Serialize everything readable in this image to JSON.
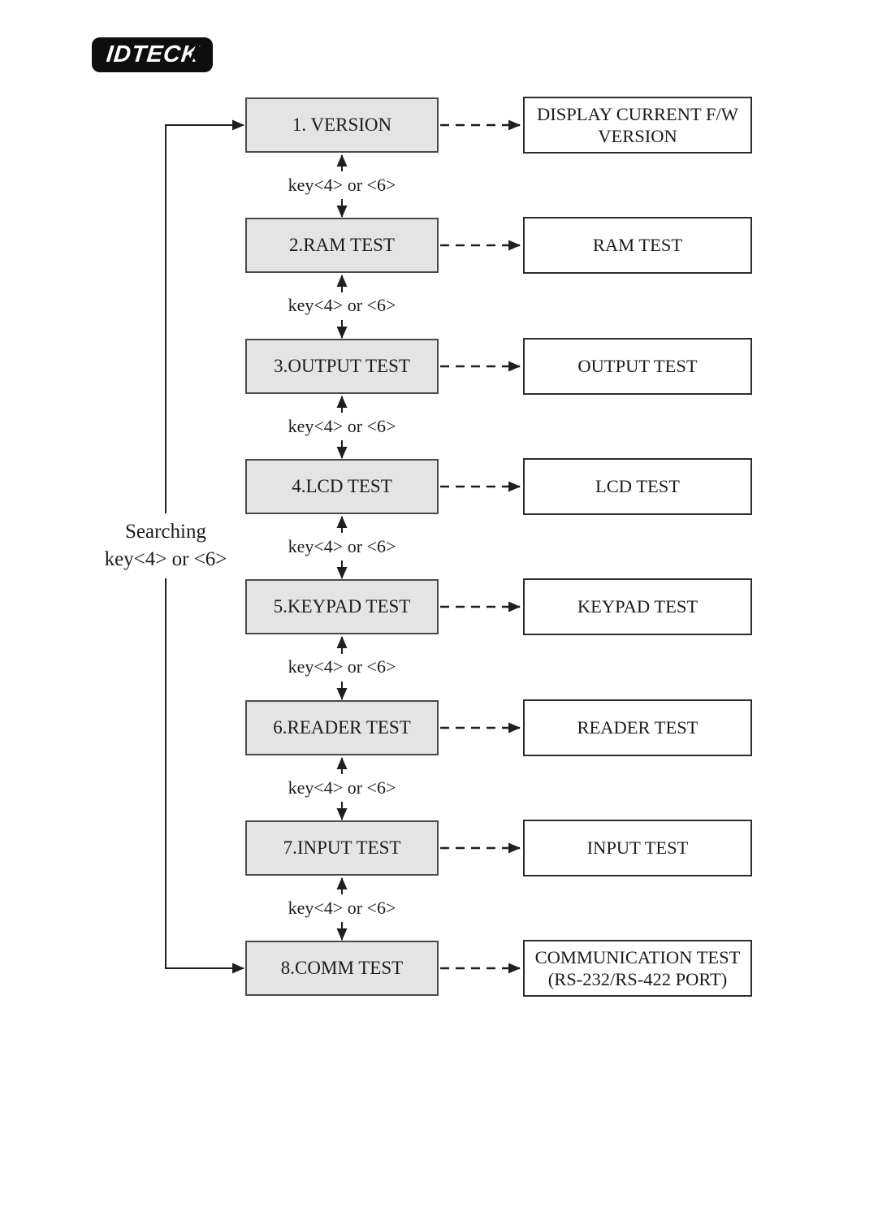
{
  "logo": {
    "text": "IDTECK"
  },
  "diagram": {
    "searching_label": {
      "line1": "Searching",
      "line2": "key<4> or <6>"
    },
    "key_label": "key<4> or <6>",
    "rows": [
      {
        "menu": "1. VERSION",
        "result": "DISPLAY CURRENT F/W VERSION"
      },
      {
        "menu": "2.RAM TEST",
        "result": "RAM TEST"
      },
      {
        "menu": "3.OUTPUT TEST",
        "result": "OUTPUT TEST"
      },
      {
        "menu": "4.LCD TEST",
        "result": "LCD TEST"
      },
      {
        "menu": "5.KEYPAD TEST",
        "result": "KEYPAD TEST"
      },
      {
        "menu": "6.READER TEST",
        "result": "READER TEST"
      },
      {
        "menu": "7.INPUT TEST",
        "result": "INPUT TEST"
      },
      {
        "menu": "8.COMM TEST",
        "result": "COMMUNICATION TEST (RS-232/RS-422 PORT)"
      }
    ]
  },
  "colors": {
    "box_fill": "#e4e4e4",
    "box_border": "#4a4a4a",
    "result_border": "#2d2d2d",
    "line": "#1f1f1f",
    "logo_bg": "#0e0e0e",
    "logo_text": "#ffffff"
  }
}
